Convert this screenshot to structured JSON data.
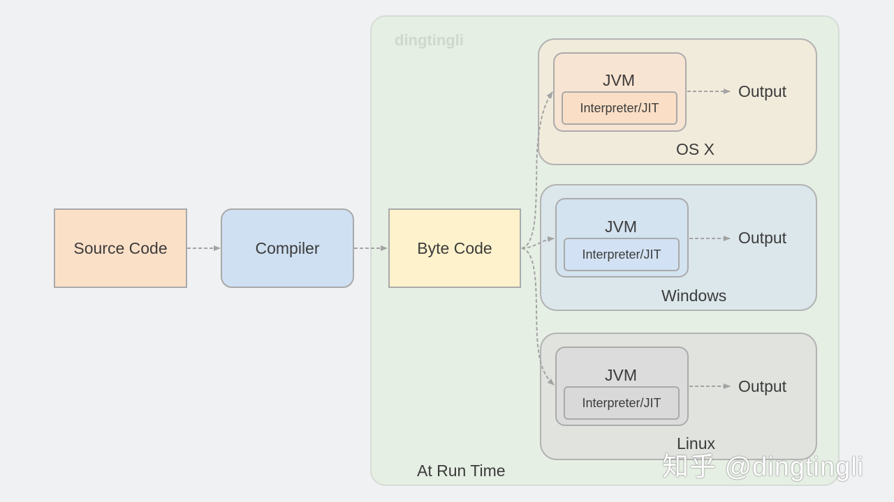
{
  "diagram": {
    "runtime_label": "At Run Time",
    "watermark_small": "dingtingli",
    "watermark_big": "知乎 @dingtingli",
    "nodes": {
      "source": "Source Code",
      "compiler": "Compiler",
      "bytecode": "Byte Code"
    },
    "platforms": [
      {
        "name": "OS X",
        "jvm": "JVM",
        "interpreter": "Interpreter/JIT",
        "output": "Output"
      },
      {
        "name": "Windows",
        "jvm": "JVM",
        "interpreter": "Interpreter/JIT",
        "output": "Output"
      },
      {
        "name": "Linux",
        "jvm": "JVM",
        "interpreter": "Interpreter/JIT",
        "output": "Output"
      }
    ]
  }
}
